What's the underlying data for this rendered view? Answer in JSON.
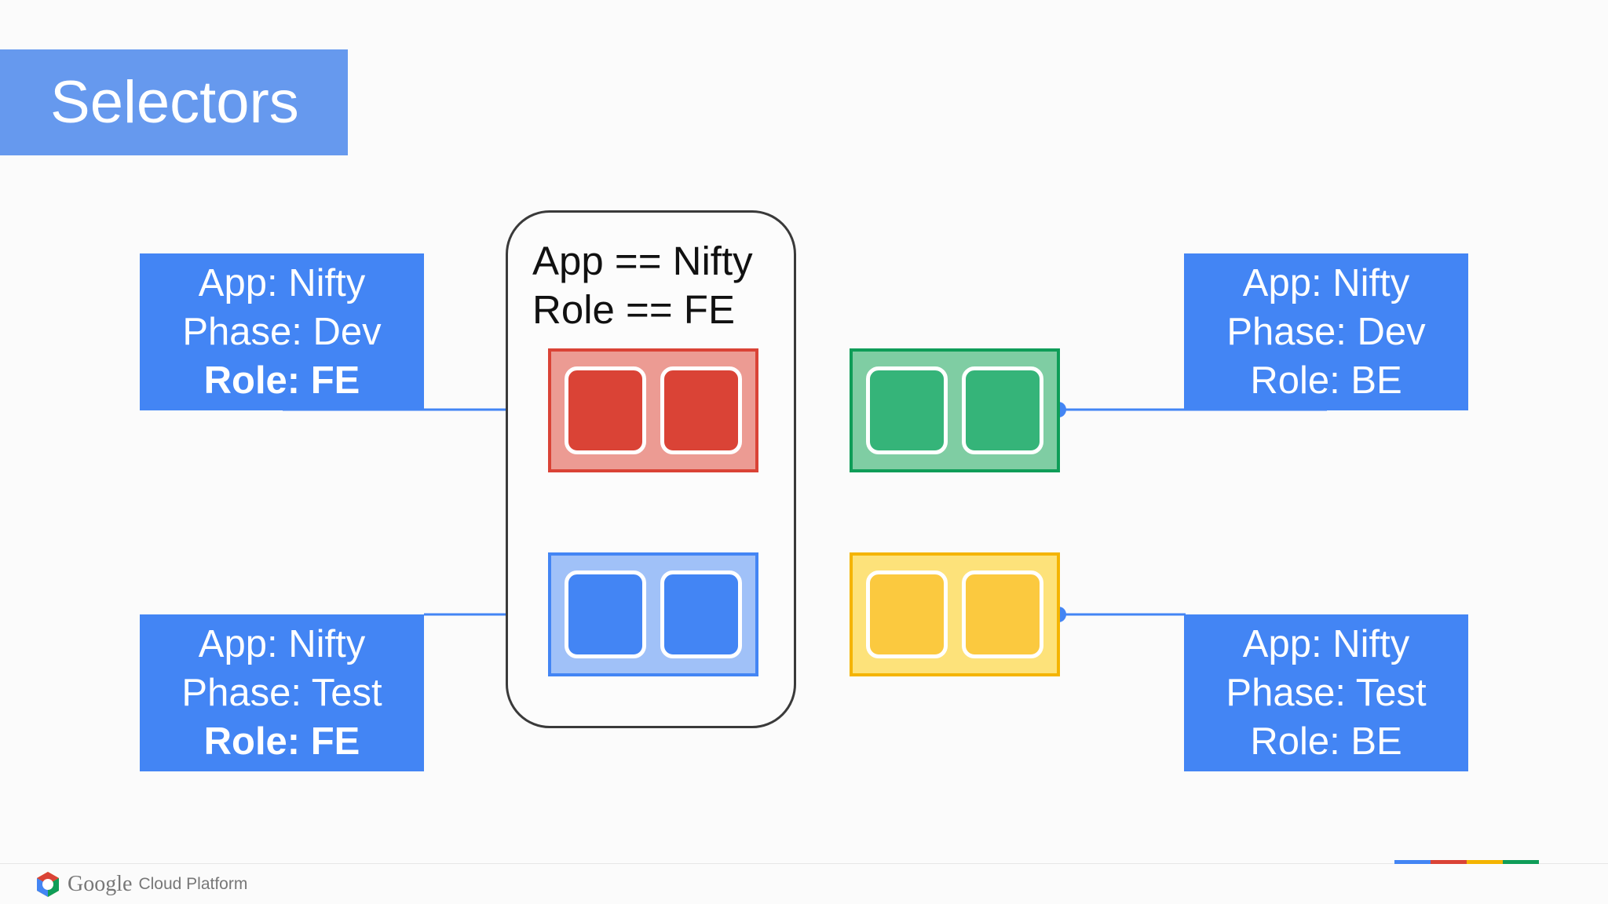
{
  "slide": {
    "title": "Selectors"
  },
  "selector": {
    "line1": "App == Nifty",
    "line2": "Role == FE"
  },
  "labels": {
    "top_left": {
      "app": "App: Nifty",
      "phase": "Phase: Dev",
      "role": "Role: FE"
    },
    "bottom_left": {
      "app": "App: Nifty",
      "phase": "Phase: Test",
      "role": "Role: FE"
    },
    "top_right": {
      "app": "App: Nifty",
      "phase": "Phase: Dev",
      "role": "Role: BE"
    },
    "bottom_right": {
      "app": "App: Nifty",
      "phase": "Phase: Test",
      "role": "Role: BE"
    }
  },
  "pod_colors": {
    "red": {
      "group_bg": "#ec9b93",
      "border": "#da4336",
      "pod": "#da4336"
    },
    "blue": {
      "group_bg": "#a0c1f8",
      "border": "#4385f4",
      "pod": "#4385f4"
    },
    "green": {
      "group_bg": "#7fcda3",
      "border": "#0f9d58",
      "pod": "#35b479"
    },
    "yellow": {
      "group_bg": "#fde27a",
      "border": "#f4b400",
      "pod": "#fbc93f"
    }
  },
  "connector_color": "#4385f4",
  "footer": {
    "google": "Google",
    "cloud_platform": "Cloud Platform"
  },
  "brand_colors": [
    "#4385f4",
    "#da4336",
    "#f4b400",
    "#0f9d58"
  ]
}
